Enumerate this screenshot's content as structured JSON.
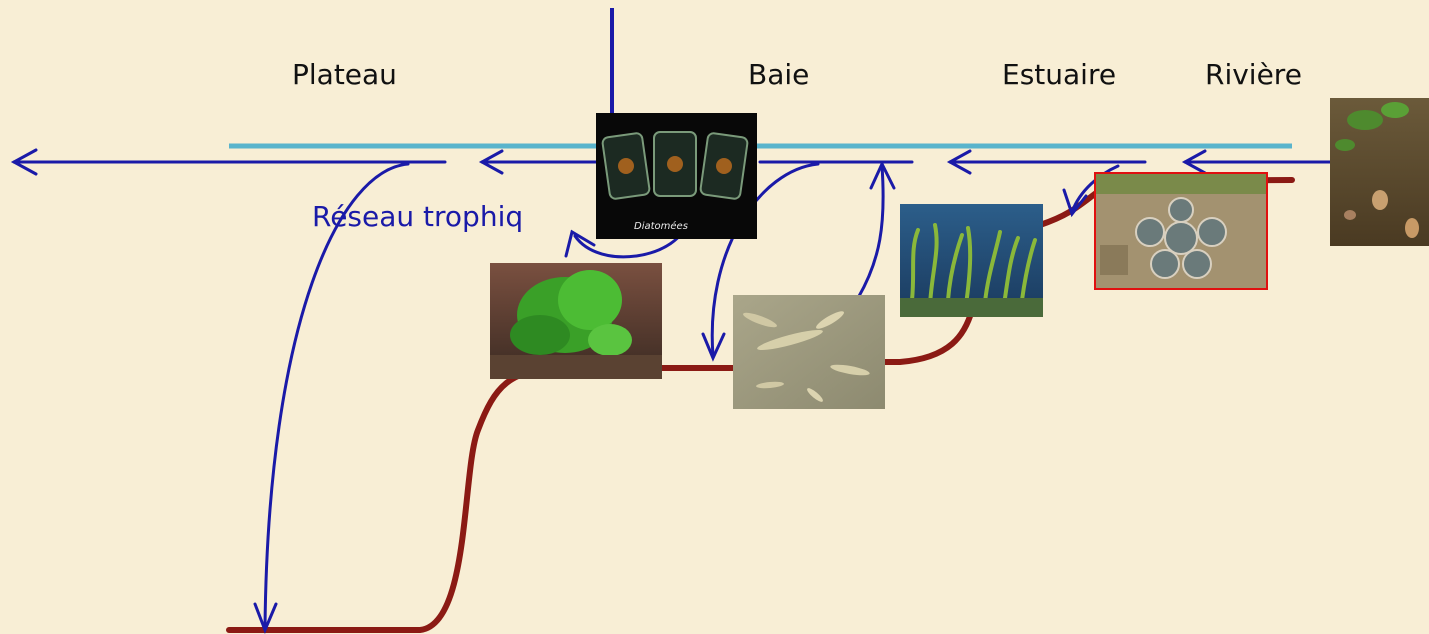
{
  "labels": {
    "plateau": "Plateau",
    "baie": "Baie",
    "estuaire": "Estuaire",
    "riviere": "Rivière",
    "reseau": "Réseau trophiq"
  },
  "photos": {
    "diatoms_caption": "Diatomées"
  },
  "colors": {
    "background": "#f8eed5",
    "arrow_blue": "#1a1aa8",
    "surface_cyan": "#5ab4cc",
    "seabed_red": "#8b1a14"
  }
}
